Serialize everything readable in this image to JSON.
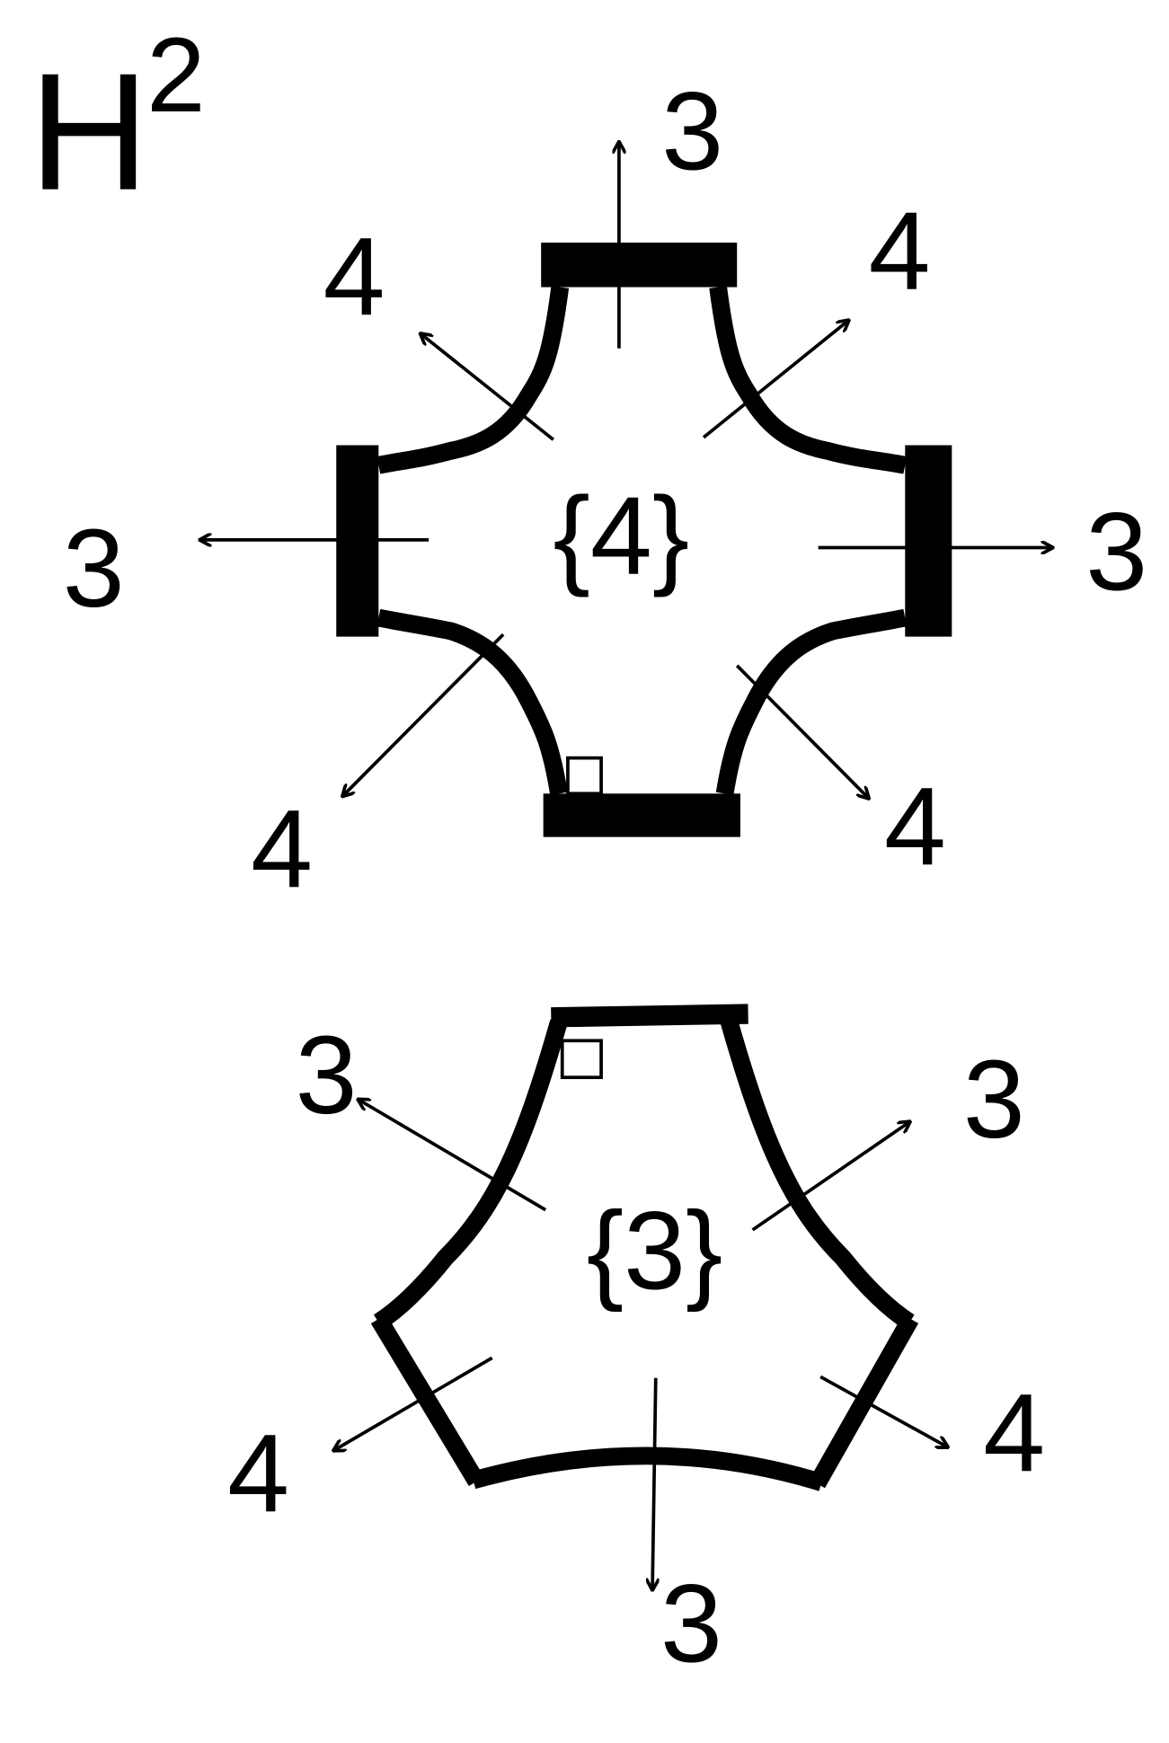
{
  "title": {
    "base": "H",
    "superscript": "2"
  },
  "square_tile": {
    "symbol": "{4}",
    "labels": {
      "top": "3",
      "upper_left": "4",
      "upper_right": "4",
      "left": "3",
      "right": "3",
      "lower_left": "4",
      "lower_right": "4"
    }
  },
  "triangle_tile": {
    "symbol": "{3}",
    "labels": {
      "upper_left": "3",
      "upper_right": "3",
      "lower_left": "4",
      "lower_right": "4",
      "bottom": "3"
    }
  },
  "colors": {
    "stroke": "#000000",
    "background": "#ffffff"
  }
}
